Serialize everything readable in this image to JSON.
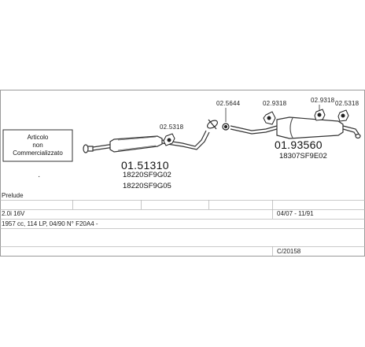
{
  "box_text": {
    "line1": "Articolo",
    "line2": "non",
    "line3": "Commercializzato"
  },
  "parts": {
    "front_code": "01.51310",
    "front_ref1": "18220SF9G02",
    "front_ref2": "18220SF9G05",
    "rear_code": "01.93560",
    "rear_ref": "18307SF9E02",
    "clamp1": "02.5318",
    "clamp2": "02.5644",
    "clamp3": "02.9318",
    "clamp4": "02.9318",
    "clamp5": "02.5318"
  },
  "table": {
    "model": "Prelude",
    "engine": "2.0i 16V",
    "years": "04/07 - 11/91",
    "spec": "1957 cc, 114 LP, 04/90 N° F20A4 -",
    "code": "C/20158"
  },
  "colors": {
    "line": "#444444",
    "fill": "#2a2a2a"
  }
}
